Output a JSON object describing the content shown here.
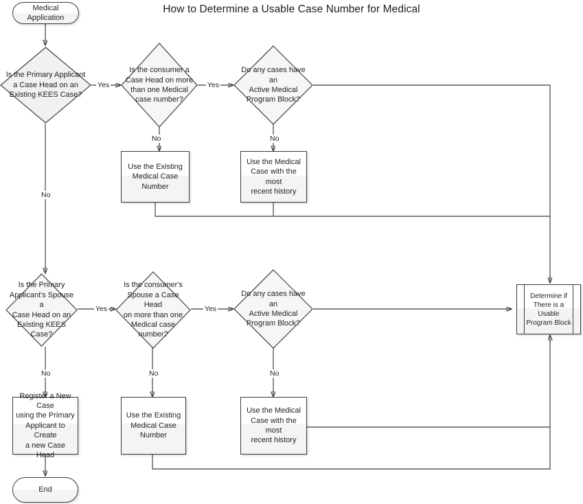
{
  "title": "How to Determine a Usable Case Number for Medical",
  "colors": {
    "stroke": "#3a3a3a",
    "fill_top": "#ffffff",
    "fill_bottom": "#f4f4f4",
    "text": "#1f1f1f",
    "background": "#ffffff"
  },
  "nodes": {
    "start": {
      "label": "Medical Application",
      "shape": "terminator"
    },
    "d1": {
      "label": "Is the Primary Applicant\na Case Head on an\nExisting KEES Case?",
      "shape": "decision"
    },
    "d2": {
      "label": "Is the consumer a\nCase Head on more\nthan one Medical\ncase number?",
      "shape": "decision"
    },
    "d3": {
      "label": "Do any cases have an\nActive Medical\nProgram Block?",
      "shape": "decision"
    },
    "p1": {
      "label": "Use the Existing\nMedical Case\nNumber",
      "shape": "process"
    },
    "p2": {
      "label": "Use the Medical\nCase with the most\nrecent history",
      "shape": "process"
    },
    "d4": {
      "label": "Is the Primary\nApplicant's Spouse a\nCase Head on an\nExisting KEES Case?",
      "shape": "decision"
    },
    "d5": {
      "label": "Is the consumer's\nSpouse a Case Head\non more than one\nMedical case\nnumber?",
      "shape": "decision"
    },
    "d6": {
      "label": "Do any cases have an\nActive Medical\nProgram Block?",
      "shape": "decision"
    },
    "p3": {
      "label": "Register a New Case\nusing the Primary\nApplicant to Create\na new Case Head",
      "shape": "process"
    },
    "p4": {
      "label": "Use the Existing\nMedical Case\nNumber",
      "shape": "process"
    },
    "p5": {
      "label": "Use the Medical\nCase with the most\nrecent history",
      "shape": "process"
    },
    "sub": {
      "label": "Determine if\nThere is a\nUsable\nProgram Block",
      "shape": "predefined-process"
    },
    "end": {
      "label": "End",
      "shape": "terminator"
    }
  },
  "edge_labels": {
    "d1_yes": "Yes",
    "d1_no": "No",
    "d2_yes": "Yes",
    "d2_no": "No",
    "d3_no": "No",
    "d4_yes": "Yes",
    "d4_no": "No",
    "d5_yes": "Yes",
    "d5_no": "No",
    "d6_no": "No"
  }
}
